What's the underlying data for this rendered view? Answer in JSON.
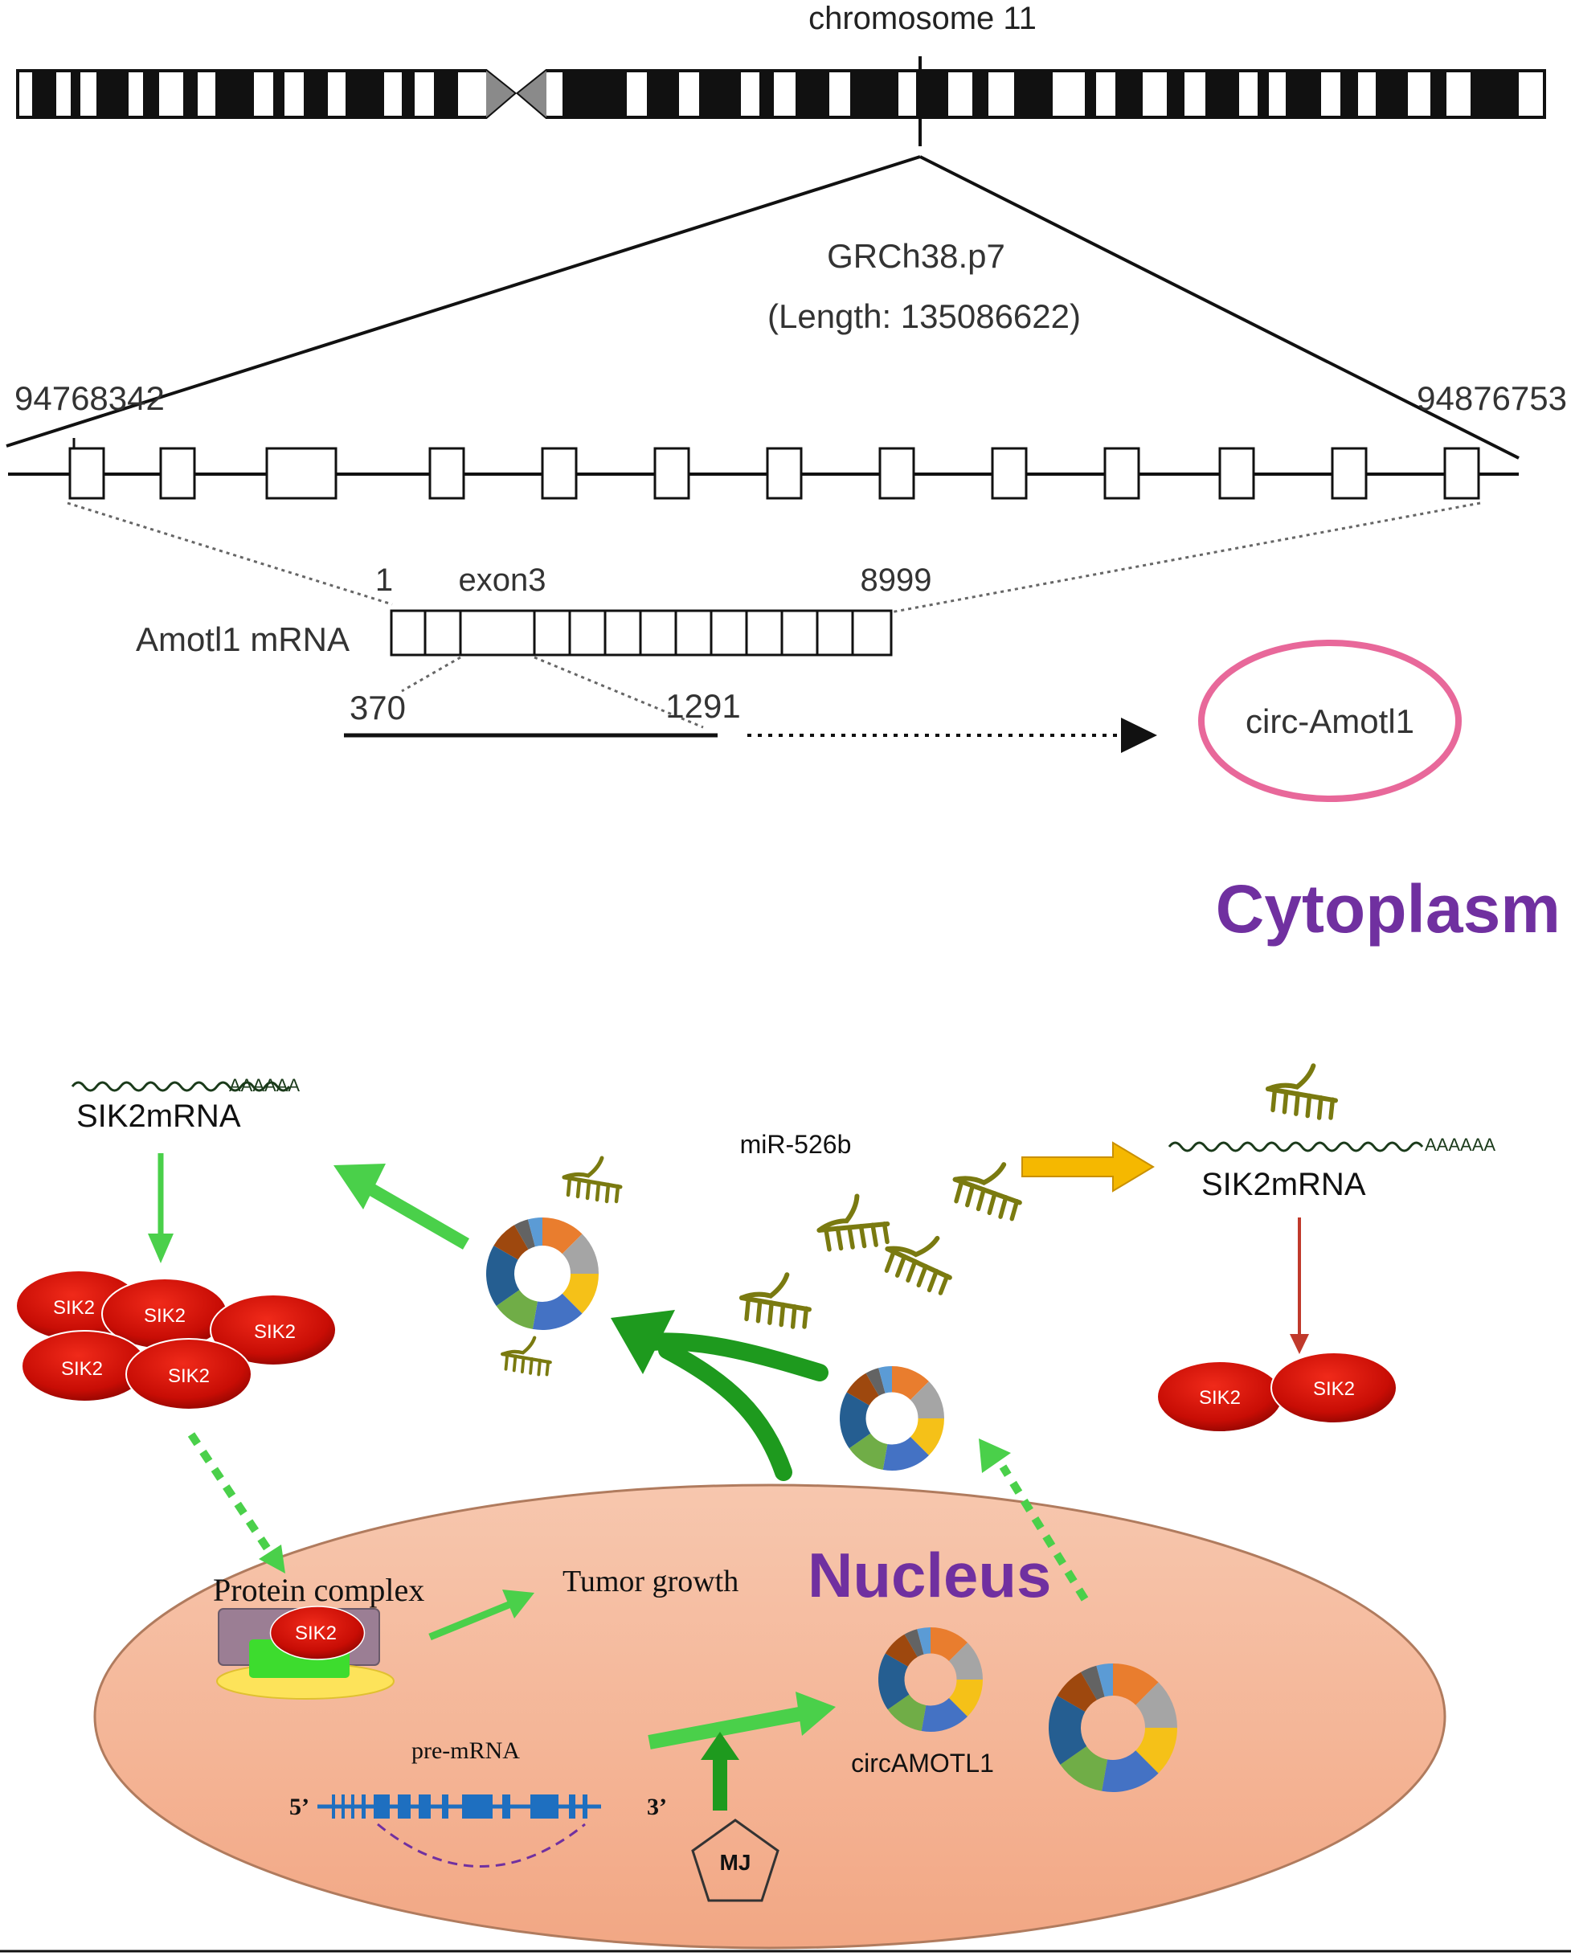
{
  "top_panel": {
    "chromosome_label": "chromosome 11",
    "assembly": "GRCh38.p7",
    "length_label": "(Length: 135086622)",
    "start_coord": "94768342",
    "end_coord": "94876753",
    "mrna_label": "Amotl1 mRNA",
    "mrna_start": "1",
    "exon_label": "exon3",
    "mrna_end": "8999",
    "circ_start": "370",
    "circ_end": "1291",
    "circ_label": "circ-Amotl1"
  },
  "bottom_panel": {
    "cytoplasm_label": "Cytoplasm",
    "nucleus_label": "Nucleus",
    "sik2mrna_left": "SIK2mRNA",
    "sik2mrna_right": "SIK2mRNA",
    "polyA": "AAAAAA",
    "mir_label": "miR-526b",
    "sik2_label": "SIK2",
    "protein_complex": "Protein complex",
    "tumor_growth": "Tumor growth",
    "pre_mrna": "pre-mRNA",
    "five_prime": "5’",
    "three_prime": "3’",
    "circ_label": "circAMOTL1",
    "mj_label": "MJ"
  },
  "colors": {
    "purple": "#7030a0",
    "green_arrow": "#4ad04a",
    "dark_green": "#1e9a1e",
    "gold": "#f5b800",
    "red": "#c0392b",
    "nucleus_fill": "#f4b89a",
    "mir_olive": "#7a7a10",
    "pink_circle": "#e8689a"
  },
  "donut_colors": [
    "#e97d2e",
    "#a5a5a5",
    "#f5c118",
    "#4472c4",
    "#70ad47",
    "#255e91",
    "#9e480e",
    "#636363",
    "#5b9bd5"
  ]
}
